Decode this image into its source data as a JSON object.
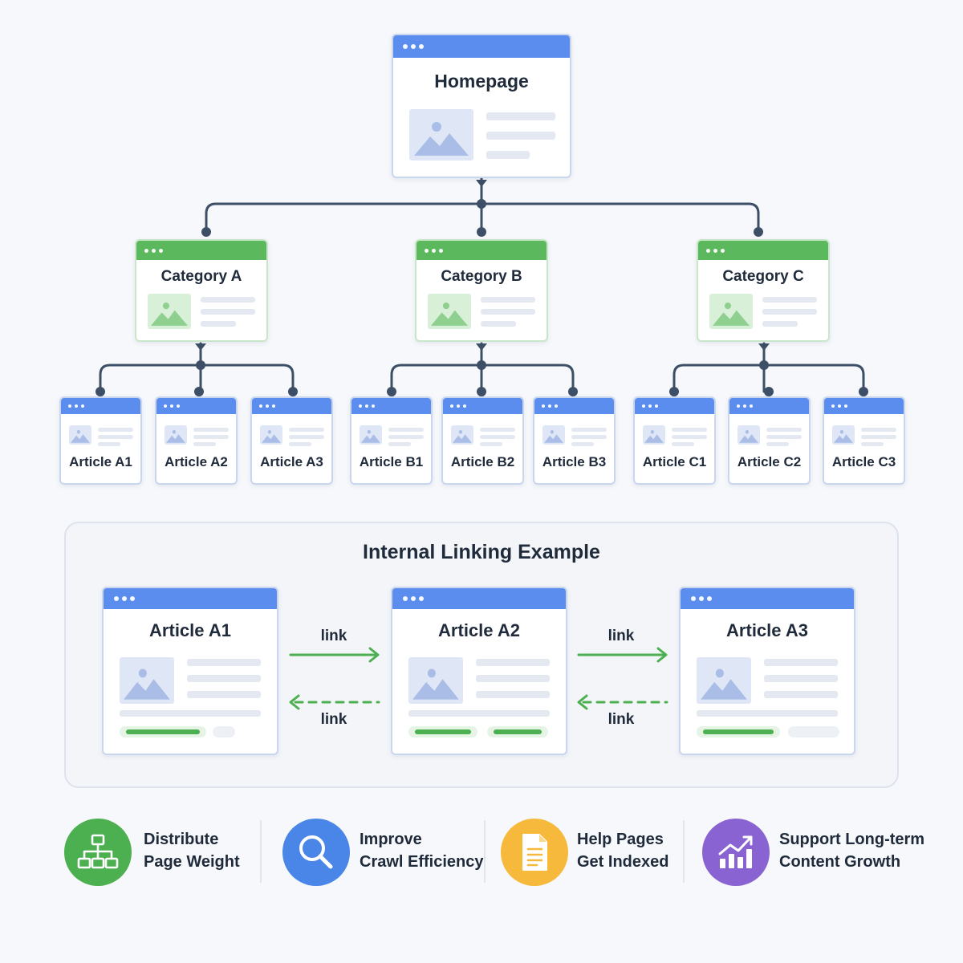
{
  "homepage": {
    "title": "Homepage"
  },
  "categories": [
    {
      "title": "Category A"
    },
    {
      "title": "Category B"
    },
    {
      "title": "Category C"
    }
  ],
  "articles": [
    {
      "title": "Article A1"
    },
    {
      "title": "Article A2"
    },
    {
      "title": "Article A3"
    },
    {
      "title": "Article B1"
    },
    {
      "title": "Article B2"
    },
    {
      "title": "Article B3"
    },
    {
      "title": "Article C1"
    },
    {
      "title": "Article C2"
    },
    {
      "title": "Article C3"
    }
  ],
  "internal_linking": {
    "title": "Internal Linking Example",
    "pages": [
      {
        "title": "Article A1"
      },
      {
        "title": "Article A2"
      },
      {
        "title": "Article A3"
      }
    ],
    "link_labels": [
      "link",
      "link",
      "link",
      "link"
    ]
  },
  "benefits": [
    {
      "line1": "Distribute",
      "line2": "Page Weight",
      "icon": "sitemap-icon",
      "color": "#4caf50"
    },
    {
      "line1": "Improve",
      "line2": "Crawl Efficiency",
      "icon": "search-icon",
      "color": "#4a86e8"
    },
    {
      "line1": "Help Pages",
      "line2": "Get Indexed",
      "icon": "document-icon",
      "color": "#f6b93b"
    },
    {
      "line1": "Support Long-term",
      "line2": "Content Growth",
      "icon": "growth-chart-icon",
      "color": "#8a63d2"
    }
  ],
  "colors": {
    "blue_header": "#5b8def",
    "green_header": "#5cb85c",
    "connector": "#3d4f66",
    "link_arrow": "#4caf50"
  }
}
